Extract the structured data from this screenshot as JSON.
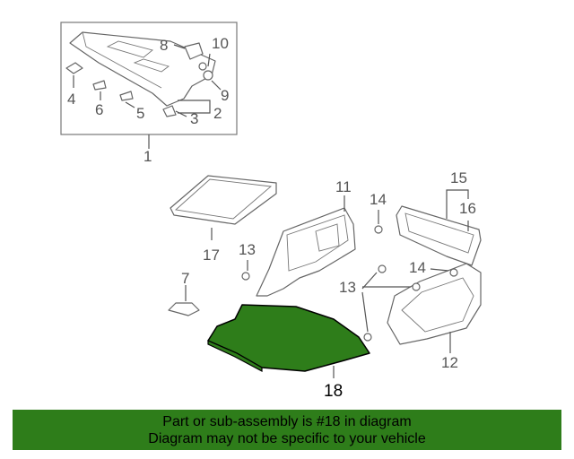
{
  "diagram": {
    "callouts": {
      "c1": "1",
      "c2": "2",
      "c3": "3",
      "c4": "4",
      "c5": "5",
      "c6": "6",
      "c7": "7",
      "c8": "8",
      "c9": "9",
      "c10": "10",
      "c11": "11",
      "c12": "12",
      "c13a": "13",
      "c13b": "13",
      "c14a": "14",
      "c14b": "14",
      "c15": "15",
      "c16": "16",
      "c17": "17",
      "c18": "18"
    },
    "highlight_color": "#2e7d1a"
  },
  "banner": {
    "line1": "Part or sub-assembly is #18 in diagram",
    "line2": "Diagram may not be specific to your vehicle",
    "background": "#2e7d1a"
  }
}
